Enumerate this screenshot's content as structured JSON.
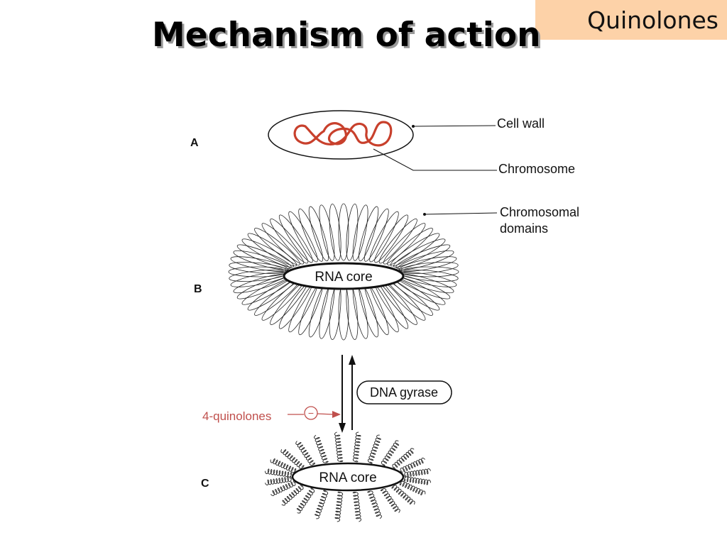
{
  "header": {
    "topic_tag": "Quinolones",
    "title": "Mechanism of action"
  },
  "diagram": {
    "panels": [
      "A",
      "B",
      "C"
    ],
    "labels": {
      "cell_wall": "Cell wall",
      "chromosome": "Chromosome",
      "domains_line1": "Chromosomal",
      "domains_line2": "domains",
      "rna_core_b": "RNA core",
      "rna_core_c": "RNA core",
      "enzyme": "DNA gyrase",
      "inhibitor": "4-quinolones",
      "inhibit_symbol": "−"
    },
    "colors": {
      "chromosome": "#c8402c",
      "inhibitor": "#c0504d",
      "tag_background": "#fdd2a8"
    }
  }
}
